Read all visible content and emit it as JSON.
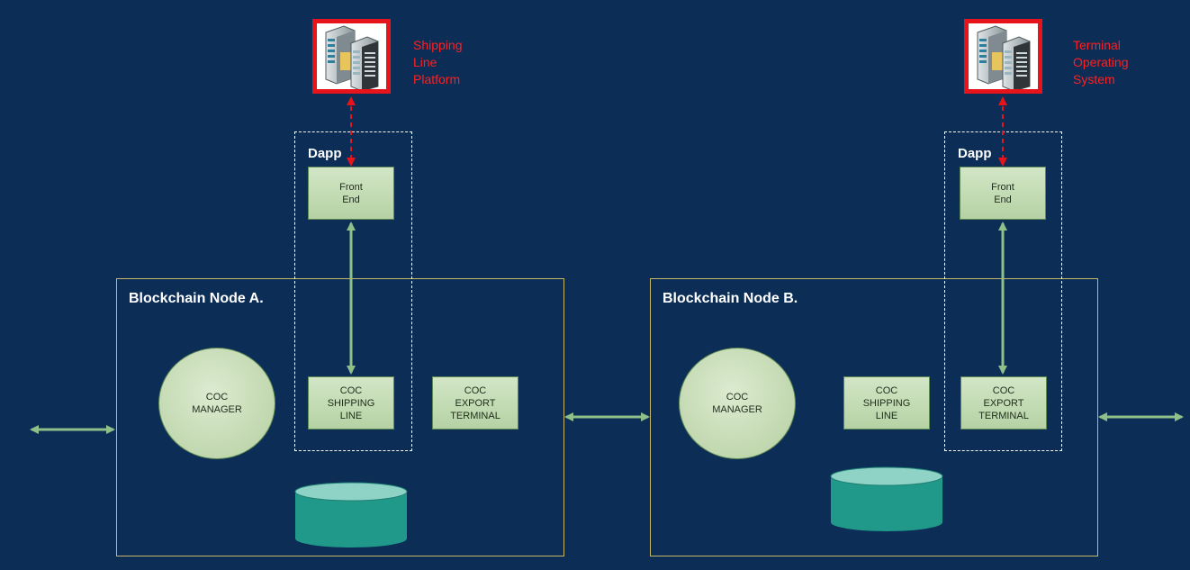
{
  "colors": {
    "background": "#0c2d55",
    "node_border": "#c9b66d",
    "component_fill": "#c4dcb4",
    "arrow_green": "#8fc08a",
    "arrow_red": "#e8141c",
    "database_fill": "#21998a",
    "label_red": "#ff2020"
  },
  "nodes": [
    {
      "title": "Blockchain Node A.",
      "manager": "COC\nMANAGER",
      "components": [
        "COC\nSHIPPING\nLINE",
        "COC\nEXPORT\nTERMINAL"
      ],
      "dapp": {
        "label": "Dapp",
        "front_end": "Front\nEnd"
      },
      "external_system": {
        "label": "Shipping\nLine\nPlatform",
        "icon": "server-rack-icon"
      }
    },
    {
      "title": "Blockchain Node B.",
      "manager": "COC\nMANAGER",
      "components": [
        "COC\nSHIPPING\nLINE",
        "COC\nEXPORT\nTERMINAL"
      ],
      "dapp": {
        "label": "Dapp",
        "front_end": "Front\nEnd"
      },
      "external_system": {
        "label": "Terminal\nOperating\nSystem",
        "icon": "server-rack-icon"
      }
    }
  ]
}
